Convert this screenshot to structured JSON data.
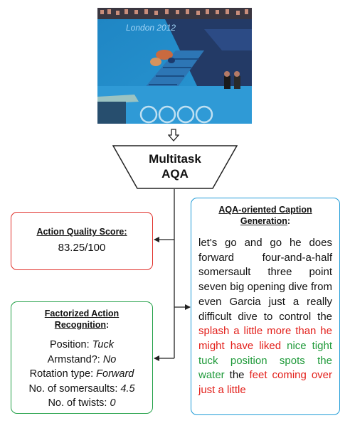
{
  "image": {
    "description_icon": "diving-photo",
    "watermark": "London 2012"
  },
  "model": {
    "title_line1": "Multitask",
    "title_line2": "AQA"
  },
  "score": {
    "label": "Action Quality Score",
    "colon": ":",
    "value": "83.25/100"
  },
  "factorized": {
    "title_line1": "Factorized Action",
    "title_line2": "Recognition",
    "colon": ":",
    "items": [
      {
        "key": "Position: ",
        "value": "Tuck"
      },
      {
        "key": "Armstand?: ",
        "value": "No"
      },
      {
        "key": "Rotation type: ",
        "value": "Forward"
      },
      {
        "key": "No. of somersaults: ",
        "value": "4.5"
      },
      {
        "key": "No. of twists: ",
        "value": "0"
      }
    ]
  },
  "caption": {
    "title_line1": "AQA-oriented Caption",
    "title_line2": "Generation",
    "colon": ":",
    "segments": [
      {
        "text": "let's go and go he does forward four-and-a-half somersault three point seven big opening dive from even Garcia just a really difficult dive to control the ",
        "color": "black"
      },
      {
        "text": "splash a little more than he might have liked",
        "color": "red"
      },
      {
        "text": " ",
        "color": "black"
      },
      {
        "text": "nice tight tuck position spots the water",
        "color": "green"
      },
      {
        "text": " the ",
        "color": "black"
      },
      {
        "text": "feet coming over just a little",
        "color": "red"
      }
    ]
  },
  "colors": {
    "score_border": "#e0302a",
    "factor_border": "#22a047",
    "caption_border": "#1e9bd7",
    "red_text": "#e3201b",
    "green_text": "#1f9a3a"
  }
}
